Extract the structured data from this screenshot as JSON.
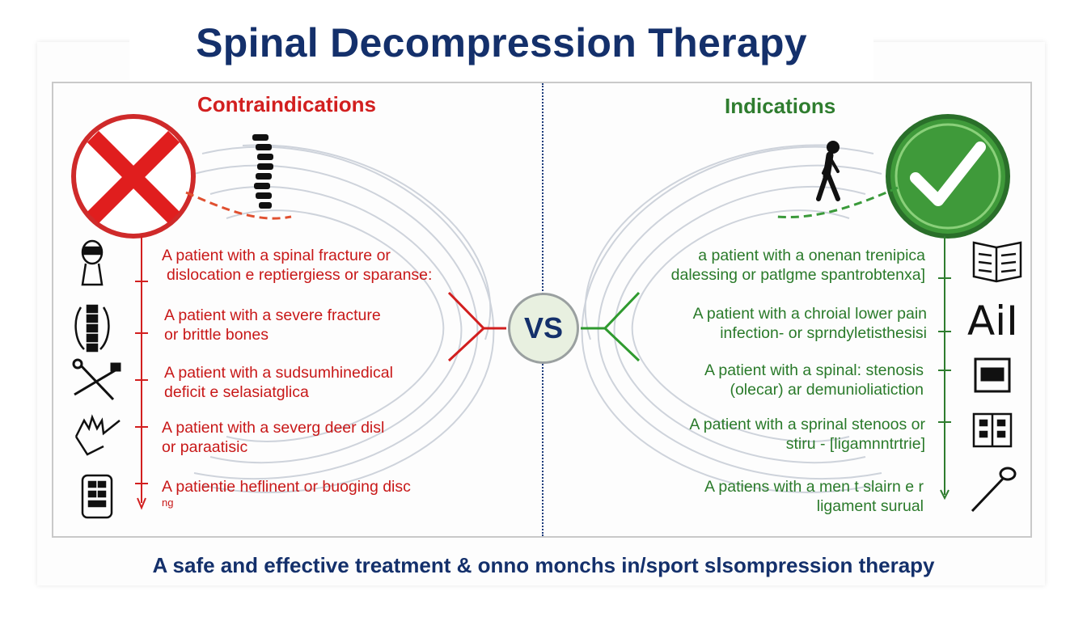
{
  "title": "Spinal Decompression Therapy",
  "left": {
    "heading": "Contraindications",
    "items": [
      {
        "line1": "A patient with a spinal fracture or",
        "line2": "dislocation  e reptiergiess or sparanse:"
      },
      {
        "line1": "A patient with a severe fracture",
        "line2": "or brittle bones"
      },
      {
        "line1": "A patient with a sudsumhinedical",
        "line2": "deficit e selasiatglica"
      },
      {
        "line1": "A patient with a severg deer disl",
        "line2": "or paraatisic"
      },
      {
        "line1": "A patientie heflinent or buoging disc",
        "line2": "ng"
      }
    ]
  },
  "right": {
    "heading": "Indications",
    "items": [
      {
        "line1": "a patient with a onenan  trenipica",
        "line2": "dalessing or patlgme spantrobtenxa]"
      },
      {
        "line1": "A patient with a chroial lower pain",
        "line2": "infection- or sprndyletisthesisi"
      },
      {
        "line1": "A patient with a spinal: stenosis",
        "line2": "(olecar) ar demunioliatiction"
      },
      {
        "line1": "A patient with a sprinal stenoos or",
        "line2": "stiru - [ligamnntrtrie]"
      },
      {
        "line1": "A patiens with a men t slairn e r",
        "line2": "ligament surual"
      }
    ],
    "icon_text": "AiI"
  },
  "vs_label": "VS",
  "footer": "A safe and effective treatment & onno monchs in/sport slsompression therapy",
  "colors": {
    "title": "#14306b",
    "contra": "#d21f1f",
    "indic": "#2f7d2f",
    "vs_fill": "#e8f0e0"
  }
}
